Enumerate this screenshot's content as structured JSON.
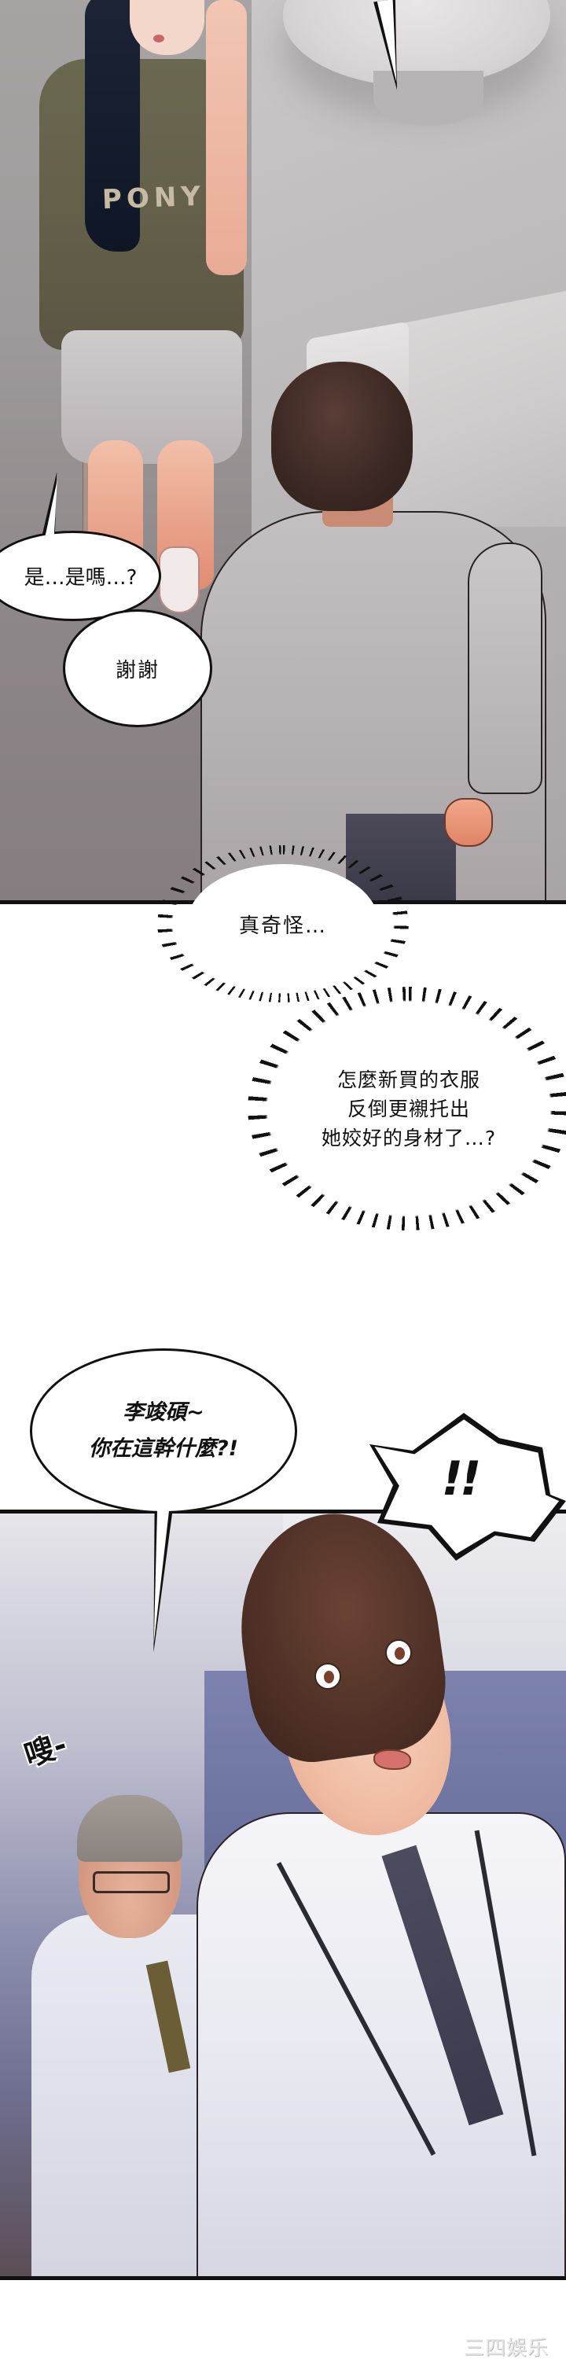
{
  "page": {
    "type": "vertical comic strip",
    "background": "#ffffff"
  },
  "panels": [
    {
      "id": "panel-1",
      "scene": "woman in olive 'PONY' t-shirt and grey skirt walking past man in grey shirt, office lounge",
      "shirt_print": "PONY",
      "bubbles": [
        {
          "kind": "speech",
          "text": "是…是嗎…?"
        },
        {
          "kind": "speech",
          "text": "謝謝"
        }
      ]
    },
    {
      "id": "narration",
      "bubbles": [
        {
          "kind": "thought-burst",
          "text": "真奇怪…"
        },
        {
          "kind": "thought-burst",
          "lines": [
            "怎麼新買的衣服",
            "反倒更襯托出",
            "她姣好的身材了…?"
          ]
        }
      ]
    },
    {
      "id": "panel-2",
      "scene": "young office worker startled; older man with glasses behind him",
      "bubbles": [
        {
          "kind": "speech",
          "lines": [
            "李竣碩~",
            "你在這幹什麼?!"
          ]
        },
        {
          "kind": "exclamation",
          "text": "!!"
        }
      ],
      "sfx": "嗖-"
    }
  ],
  "watermark": "三四娛乐",
  "colors": {
    "panel_border": "#111111",
    "panel1_floor": "#9f9a9b",
    "panel2_wall": "#6a6f98",
    "shirt_olive": "#64604a",
    "hair_dark": "#3b241d"
  }
}
